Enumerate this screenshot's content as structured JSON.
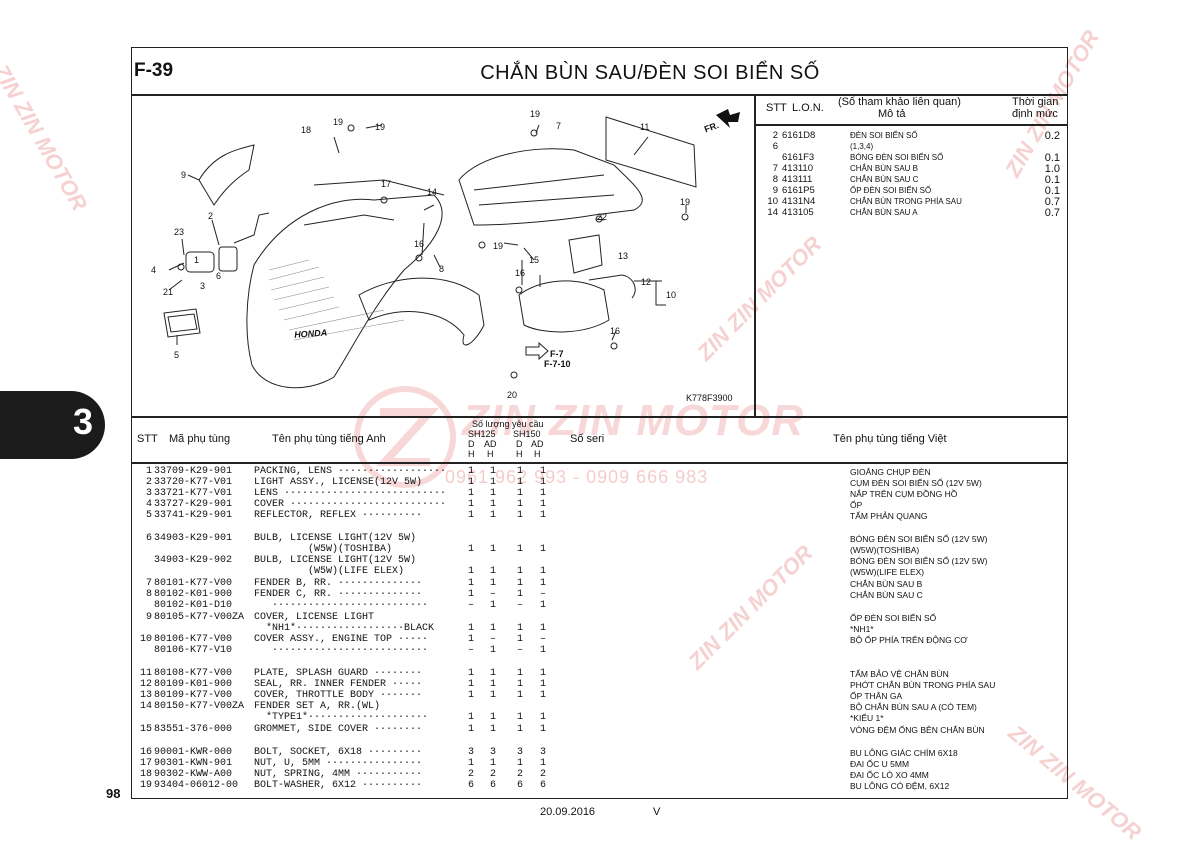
{
  "header": {
    "section_code": "F-39",
    "title": "CHẮN BÙN SAU/ĐÈN SOI BIỂN SỐ"
  },
  "side_tab": {
    "label": "3"
  },
  "page_number": "98",
  "footer": {
    "date": "20.09.2016",
    "version": "V"
  },
  "watermark": {
    "brand": "ZIN ZIN MOTOR",
    "phone": "0961 962 993 - 0909 666 983"
  },
  "diagram": {
    "code": "K778F3900",
    "direction": "FR.",
    "refs": [
      "F-7",
      "F-7-10"
    ],
    "logo_text": "HONDA",
    "callouts": [
      "1",
      "2",
      "3",
      "4",
      "5",
      "6",
      "7",
      "8",
      "9",
      "10",
      "11",
      "12",
      "13",
      "14",
      "15",
      "16",
      "17",
      "18",
      "19",
      "20",
      "21",
      "22",
      "23"
    ]
  },
  "lon_table": {
    "headers": {
      "stt": "STT",
      "lon": "L.O.N.",
      "desc_line1": "(Số tham khảo liên quan)",
      "desc_line2": "Mô tả",
      "time_line1": "Thời gian",
      "time_line2": "định mức"
    },
    "rows": [
      {
        "stt": "2",
        "code": "6161D8",
        "desc": "ĐÈN SOI BIỂN SỐ",
        "time": "0.2"
      },
      {
        "stt": "6",
        "code": "",
        "desc": "(1,3,4)",
        "time": ""
      },
      {
        "stt": "",
        "code": "6161F3",
        "desc": "BÓNG ĐÈN SOI BIỂN SỐ",
        "time": "0.1"
      },
      {
        "stt": "7",
        "code": "413110",
        "desc": "CHẮN BÙN SAU B",
        "time": "1.0"
      },
      {
        "stt": "8",
        "code": "413111",
        "desc": "CHẮN BÙN SAU C",
        "time": "0.1"
      },
      {
        "stt": "9",
        "code": "6161P5",
        "desc": "ỐP ĐÈN SOI BIỂN SỐ",
        "time": "0.1"
      },
      {
        "stt": "10",
        "code": "4131N4",
        "desc": "CHẮN BÙN TRONG PHÍA SAU",
        "time": "0.7"
      },
      {
        "stt": "14",
        "code": "413105",
        "desc": "CHẮN BÙN SAU A",
        "time": "0.7"
      }
    ]
  },
  "parts_table": {
    "headers": {
      "stt": "STT",
      "part_no": "Mã phụ tùng",
      "name_en": "Tên phụ tùng tiếng Anh",
      "qty_label": "Số lượng yêu cầu",
      "model_1": "SH125",
      "model_2": "SH150",
      "col_d": "D",
      "col_ad": "AD",
      "col_h": "H",
      "serial": "Số seri",
      "name_vn": "Tên phụ tùng tiếng Việt"
    },
    "rows": [
      {
        "n": "1",
        "pn": "33709-K29-901",
        "en": "PACKING, LENS ··················",
        "q": [
          "1",
          "1",
          "1",
          "1"
        ],
        "vn": "GIOĂNG CHỤP ĐÈN"
      },
      {
        "n": "2",
        "pn": "33720-K77-V01",
        "en": "LIGHT ASSY., LICENSE(12V 5W)",
        "q": [
          "1",
          "1",
          "1",
          "1"
        ],
        "vn": "CỤM ĐÈN SOI BIỂN SỐ (12V 5W)"
      },
      {
        "n": "3",
        "pn": "33721-K77-V01",
        "en": "LENS ···························",
        "q": [
          "1",
          "1",
          "1",
          "1"
        ],
        "vn": "NẮP TRÊN CỤM ĐỒNG HỒ"
      },
      {
        "n": "4",
        "pn": "33727-K29-901",
        "en": "COVER ··························",
        "q": [
          "1",
          "1",
          "1",
          "1"
        ],
        "vn": "ỐP"
      },
      {
        "n": "5",
        "pn": "33741-K29-901",
        "en": "REFLECTOR, REFLEX ··········",
        "q": [
          "1",
          "1",
          "1",
          "1"
        ],
        "vn": "TẤM PHẢN QUANG"
      },
      {
        "n": "6",
        "pn": "34903-K29-901",
        "en": "BULB, LICENSE LIGHT(12V 5W)",
        "q": [
          "",
          "",
          "",
          ""
        ],
        "vn": "BÓNG ĐÈN SOI BIỂN SỐ (12V 5W)"
      },
      {
        "n": "",
        "pn": "",
        "en": "         (W5W)(TOSHIBA)",
        "q": [
          "1",
          "1",
          "1",
          "1"
        ],
        "vn": "(W5W)(TOSHIBA)"
      },
      {
        "n": "",
        "pn": "34903-K29-902",
        "en": "BULB, LICENSE LIGHT(12V 5W)",
        "q": [
          "",
          "",
          "",
          ""
        ],
        "vn": "BÓNG ĐÈN SOI BIỂN SỐ (12V 5W)"
      },
      {
        "n": "",
        "pn": "",
        "en": "         (W5W)(LIFE ELEX)",
        "q": [
          "1",
          "1",
          "1",
          "1"
        ],
        "vn": "(W5W)(LIFE ELEX)"
      },
      {
        "n": "7",
        "pn": "80101-K77-V00",
        "en": "FENDER B, RR. ··············",
        "q": [
          "1",
          "1",
          "1",
          "1"
        ],
        "vn": "CHẮN BÙN SAU B"
      },
      {
        "n": "8",
        "pn": "80102-K01-900",
        "en": "FENDER C, RR. ··············",
        "q": [
          "1",
          "–",
          "1",
          "–"
        ],
        "vn": "CHẮN BÙN SAU C"
      },
      {
        "n": "",
        "pn": "80102-K01-D10",
        "en": "   ··························",
        "q": [
          "–",
          "1",
          "–",
          "1"
        ],
        "vn": ""
      },
      {
        "n": "9",
        "pn": "80105-K77-V00ZA",
        "en": "COVER, LICENSE LIGHT",
        "q": [
          "",
          "",
          "",
          ""
        ],
        "vn": "ỐP ĐÈN SOI BIỂN SỐ"
      },
      {
        "n": "",
        "pn": "",
        "en": "  *NH1*··················BLACK",
        "q": [
          "1",
          "1",
          "1",
          "1"
        ],
        "vn": "*NH1*"
      },
      {
        "n": "10",
        "pn": "80106-K77-V00",
        "en": "COVER ASSY., ENGINE TOP ·····",
        "q": [
          "1",
          "–",
          "1",
          "–"
        ],
        "vn": "BỘ ỐP PHÍA TRÊN ĐỘNG CƠ"
      },
      {
        "n": "",
        "pn": "80106-K77-V10",
        "en": "   ··························",
        "q": [
          "–",
          "1",
          "–",
          "1"
        ],
        "vn": ""
      },
      {
        "n": "11",
        "pn": "80108-K77-V00",
        "en": "PLATE, SPLASH GUARD ········",
        "q": [
          "1",
          "1",
          "1",
          "1"
        ],
        "vn": "TẤM BẢO VỆ CHẮN BÙN"
      },
      {
        "n": "12",
        "pn": "80109-K01-900",
        "en": "SEAL, RR. INNER FENDER ·····",
        "q": [
          "1",
          "1",
          "1",
          "1"
        ],
        "vn": "PHỚT CHẮN BÙN TRONG PHÍA SAU"
      },
      {
        "n": "13",
        "pn": "80109-K77-V00",
        "en": "COVER, THROTTLE BODY ·······",
        "q": [
          "1",
          "1",
          "1",
          "1"
        ],
        "vn": "ỐP THÂN GA"
      },
      {
        "n": "14",
        "pn": "80150-K77-V00ZA",
        "en": "FENDER SET A, RR.(WL)",
        "q": [
          "",
          "",
          "",
          ""
        ],
        "vn": "BỘ CHẮN BÙN SAU A (CÓ TEM)"
      },
      {
        "n": "",
        "pn": "",
        "en": "  *TYPE1*····················",
        "q": [
          "1",
          "1",
          "1",
          "1"
        ],
        "vn": "*KIỂU 1*"
      },
      {
        "n": "15",
        "pn": "83551-376-000",
        "en": "GROMMET, SIDE COVER ········",
        "q": [
          "1",
          "1",
          "1",
          "1"
        ],
        "vn": "VÒNG ĐỆM ỐNG BÊN CHẮN BÙN"
      },
      {
        "n": "16",
        "pn": "90001-KWR-000",
        "en": "BOLT, SOCKET, 6X18 ·········",
        "q": [
          "3",
          "3",
          "3",
          "3"
        ],
        "vn": "BU LÔNG GIÁC CHÌM 6X18"
      },
      {
        "n": "17",
        "pn": "90301-KWN-901",
        "en": "NUT, U, 5MM ················",
        "q": [
          "1",
          "1",
          "1",
          "1"
        ],
        "vn": "ĐAI ỐC U 5MM"
      },
      {
        "n": "18",
        "pn": "90302-KWW-A00",
        "en": "NUT, SPRING, 4MM ···········",
        "q": [
          "2",
          "2",
          "2",
          "2"
        ],
        "vn": "ĐAI ỐC LÒ XO 4MM"
      },
      {
        "n": "19",
        "pn": "93404-06012-00",
        "en": "BOLT-WASHER, 6X12 ··········",
        "q": [
          "6",
          "6",
          "6",
          "6"
        ],
        "vn": "BU LÔNG CÓ ĐỆM, 6X12"
      }
    ]
  }
}
